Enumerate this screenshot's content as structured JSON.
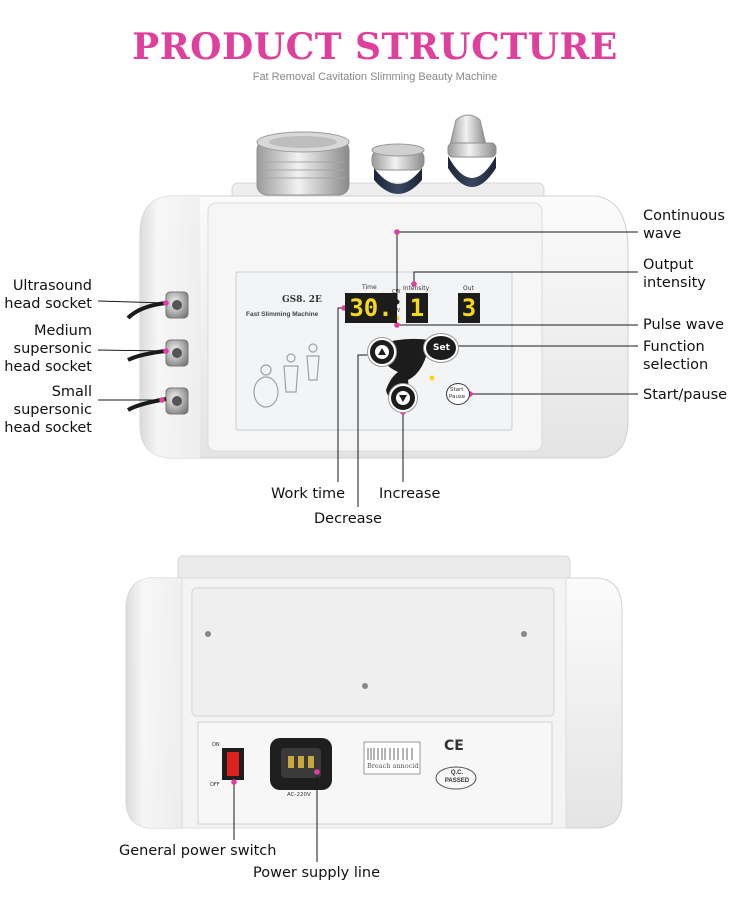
{
  "header": {
    "title": "PRODUCT STRUCTURE",
    "subtitle": "Fat Removal Cavitation Slimming Beauty Machine"
  },
  "front_panel": {
    "model": "GS8. 2E",
    "model_sub": "Fast Slimming Machine",
    "display_labels": {
      "time": "Time",
      "intensity": "Intensity",
      "out": "Out",
      "cw": "CW",
      "pw": "PW"
    },
    "time_value": "30.",
    "intensity_value": "1",
    "out_value": "3",
    "set_label": "Set",
    "start_label": "Start",
    "pause_label": "Pause"
  },
  "back_panel": {
    "on_label": "ON",
    "off_label": "OFF",
    "voltage_label": "AC-220V",
    "ce_mark": "CE",
    "qc_label": "Q.C.",
    "qc_passed": "PASSED",
    "sticker_text": "Breach annocid"
  },
  "callouts": {
    "ultrasound_l1": "Ultrasound",
    "ultrasound_l2": "head socket",
    "medium_l1": "Medium",
    "medium_l2": "supersonic",
    "medium_l3": "head socket",
    "small_l1": "Small",
    "small_l2": "supersonic",
    "small_l3": "head socket",
    "continuous_l1": "Continuous",
    "continuous_l2": "wave",
    "output_l1": "Output",
    "output_l2": "intensity",
    "pulse_wave": "Pulse wave",
    "function_l1": "Function",
    "function_l2": "selection",
    "start_pause": "Start/pause",
    "work_time": "Work time",
    "increase": "Increase",
    "decrease": "Decrease",
    "power_switch": "General power switch",
    "power_line": "Power supply line"
  },
  "colors": {
    "title": "#e0409d",
    "marker": "#e03fa0",
    "display_digits": "#f4d81a"
  }
}
